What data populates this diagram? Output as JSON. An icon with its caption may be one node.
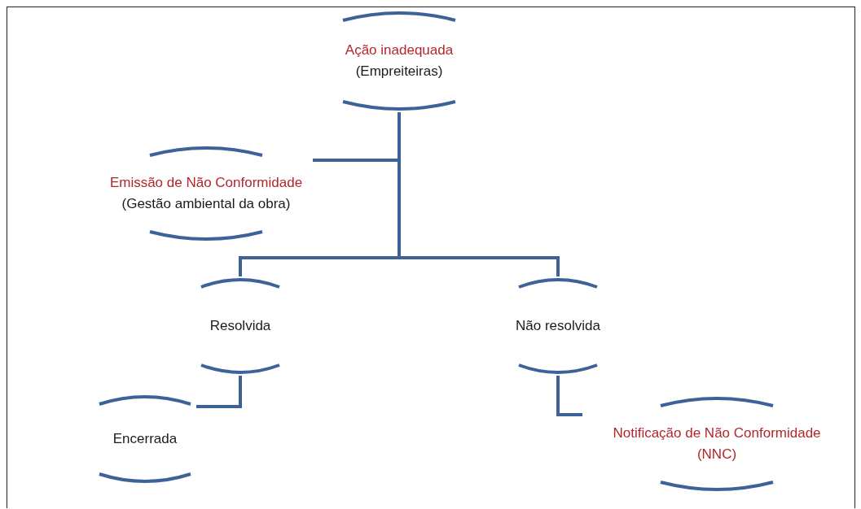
{
  "diagram": {
    "nodes": [
      {
        "text": [
          "Ação inadequada",
          "(Empreiteiras)"
        ]
      },
      {
        "text": [
          "Emissão de Não Conformidade",
          "(Gestão ambiental da obra)"
        ]
      },
      {
        "text": [
          "Resolvida"
        ]
      },
      {
        "text": [
          "Não resolvida"
        ]
      },
      {
        "text": [
          "Encerrada"
        ]
      },
      {
        "text": [
          "Notificação de Não Conformidade",
          "(NNC)"
        ]
      }
    ],
    "edges": [
      {
        "from": 0,
        "to": 1,
        "arrow": "none"
      },
      {
        "from": 0,
        "to": 2,
        "arrow": "none"
      },
      {
        "from": 0,
        "to": 3,
        "arrow": "none"
      },
      {
        "from": 2,
        "to": 4,
        "arrow": "none"
      },
      {
        "from": 3,
        "to": 5,
        "arrow": "none"
      }
    ]
  }
}
